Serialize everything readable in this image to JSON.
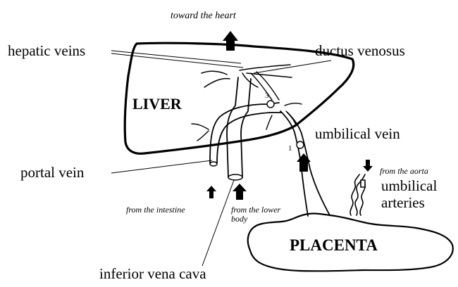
{
  "labels": {
    "toward_heart": "toward the heart",
    "hepatic_veins": "hepatic veins",
    "ductus_venosus": "ductus venosus",
    "liver": "LIVER",
    "umbilical_vein": "umbilical vein",
    "portal_vein": "portal vein",
    "from_aorta": "from the aorta",
    "umbilical": "umbilical",
    "arteries": "arteries",
    "from_intestine": "from the intestine",
    "from_lower_body_1": "from the lower",
    "from_lower_body_2": "body",
    "placenta": "PLACENTA",
    "inferior_vena_cava": "inferior vena cava"
  },
  "markers": {
    "one": "1",
    "three": "3"
  },
  "colors": {
    "ink": "#000000",
    "paper": "#ffffff"
  }
}
